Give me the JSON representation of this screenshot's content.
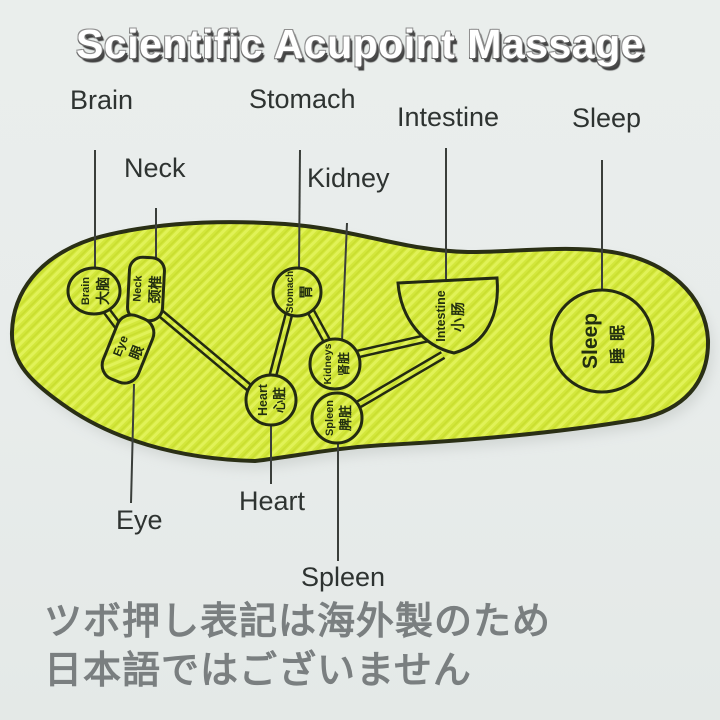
{
  "title": "Scientific Acupoint Massage",
  "footnote": {
    "line1": "ツボ押し表記は海外製のため",
    "line2": "日本語ではございません"
  },
  "labels": {
    "brain": "Brain",
    "neck": "Neck",
    "stomach": "Stomach",
    "kidney": "Kidney",
    "intestine": "Intestine",
    "sleep": "Sleep",
    "eye": "Eye",
    "heart": "Heart",
    "spleen": "Spleen"
  },
  "points": {
    "brain": {
      "en": "Brain",
      "zh": "大脑"
    },
    "neck": {
      "en": "Neck",
      "zh": "颈椎"
    },
    "eye": {
      "en": "Eye",
      "zh": "眼"
    },
    "stomach": {
      "en": "Stomach",
      "zh": "胃"
    },
    "kidneys": {
      "en": "Kidneys",
      "zh": "肾脏"
    },
    "heart": {
      "en": "Heart",
      "zh": "心脏"
    },
    "spleen": {
      "en": "Spleen",
      "zh": "脾脏"
    },
    "intestine": {
      "en": "Intestine",
      "zh": "小肠"
    },
    "sleep": {
      "en": "Sleep",
      "zh": "睡眠"
    }
  },
  "connections": [
    {
      "from": "brain",
      "to": "eye"
    },
    {
      "from": "neck",
      "to": "heart"
    },
    {
      "from": "stomach",
      "to": "heart"
    },
    {
      "from": "stomach",
      "to": "kidneys"
    },
    {
      "from": "kidneys",
      "to": "intestine"
    },
    {
      "from": "spleen",
      "to": "intestine"
    }
  ],
  "colors": {
    "background": "#e8eceb",
    "insole_fill": "#d3e73c",
    "insole_stripe_light": "#e1f258",
    "insole_stripe_dark": "#c9de2f",
    "outline": "#2a2f15",
    "callout_line": "#3a3e3a",
    "label_text": "#2e3331",
    "title_text": "#ffffff",
    "title_shadow": "#3f3f3f",
    "footnote_text": "#7a7f80"
  }
}
